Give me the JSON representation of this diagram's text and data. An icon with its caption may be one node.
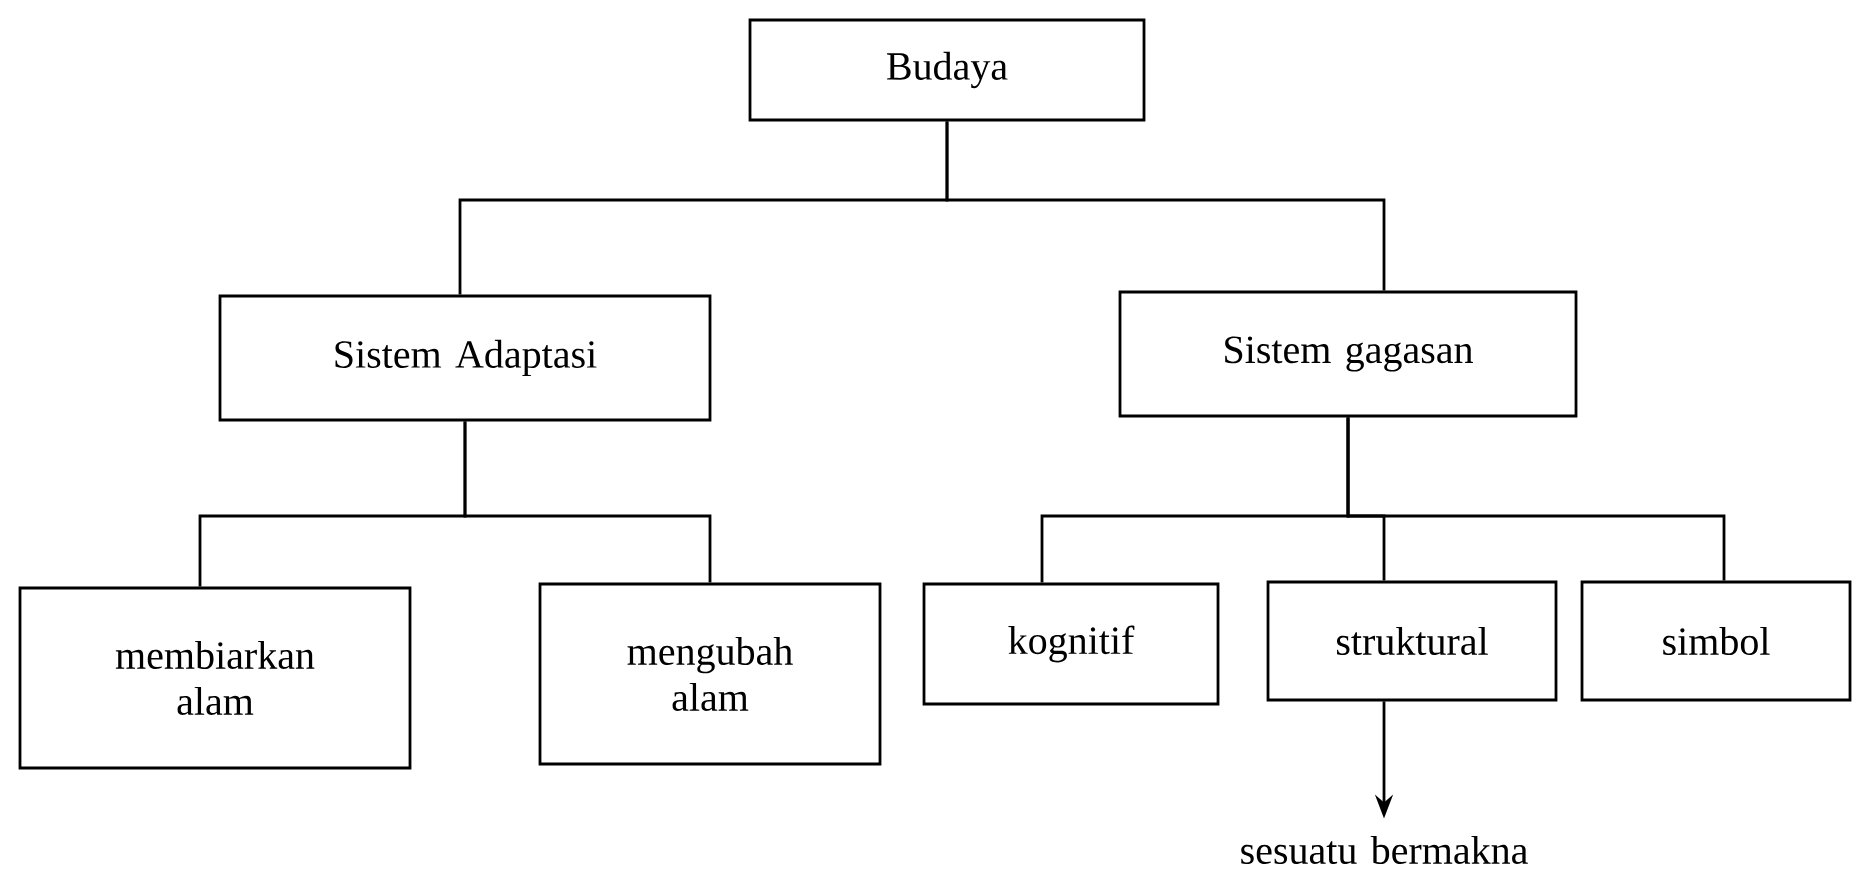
{
  "diagram": {
    "nodes": [
      {
        "text": [
          "Budaya"
        ]
      },
      {
        "text": [
          "Sistem Adaptasi"
        ]
      },
      {
        "text": [
          "Sistem gagasan"
        ]
      },
      {
        "text": [
          "membiarkan alam"
        ]
      },
      {
        "text": [
          "mengubah alam"
        ]
      },
      {
        "text": [
          "kognitif"
        ]
      },
      {
        "text": [
          "struktural"
        ]
      },
      {
        "text": [
          "simbol"
        ]
      },
      {
        "text": [
          "sesuatu bermakna"
        ]
      }
    ],
    "edges": [
      {
        "from": 0,
        "to": 1,
        "arrow": "none"
      },
      {
        "from": 0,
        "to": 2,
        "arrow": "none"
      },
      {
        "from": 1,
        "to": 3,
        "arrow": "none"
      },
      {
        "from": 1,
        "to": 4,
        "arrow": "none"
      },
      {
        "from": 2,
        "to": 5,
        "arrow": "none"
      },
      {
        "from": 2,
        "to": 6,
        "arrow": "none"
      },
      {
        "from": 2,
        "to": 7,
        "arrow": "none"
      },
      {
        "from": 6,
        "to": 8,
        "arrow": "to"
      }
    ]
  }
}
